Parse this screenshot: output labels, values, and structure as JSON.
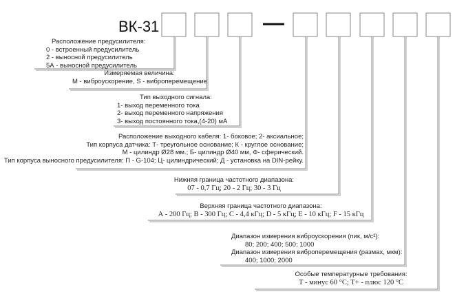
{
  "title": "ВК-31",
  "code_positions": 8,
  "callouts": [
    {
      "heading": "Расположение предусилителя:",
      "lines": [
        "0 - встроенный предусилитель",
        "2 - выносной предусилитель",
        "5А - выносной предусилитель"
      ]
    },
    {
      "heading": "Измеряемая величина:",
      "lines": [
        "М - виброускорение, S - виброперемещение"
      ]
    },
    {
      "heading": "Тип выходного сигнала:",
      "lines": [
        "1- выход переменного тока",
        "2- выход переменного напряжения",
        "3- выход постоянного тока,(4-20) мА"
      ]
    },
    {
      "heading": "",
      "lines": [
        "Расположение выходного кабеля: 1- боковое; 2- аксиальное;",
        "Тип корпуса датчика: Т- треугольное основание; К - круглое основание;",
        "М - цилиндр  Ø28 мм.; Б- цилиндр Ø40 мм, Ф- сферический.",
        "Тип корпуса выносного предусилителя: П - G-104;  Ц- цилиндрический; Д - установка на DIN-рейку."
      ]
    },
    {
      "heading": "Нижняя граница частотного диапазона:",
      "lines": [
        "07 - 0,7 Гц; 20 - 2 Гц; 30 - 3 Гц"
      ]
    },
    {
      "heading": "Верхняя граница частотного диапазона:",
      "lines": [
        "А - 200 Гц; В - 300 Гц; С - 4,4 кГц; D - 5 кГц; Е - 10 кГц; F - 15 кГц"
      ]
    },
    {
      "heading": "Диапазон измерения виброускорения (пик, м/с²):",
      "lines": [
        "80; 200; 400; 500; 1000",
        "Диапазон измерения виброперемещения (размах, мкм):",
        "400; 1000; 2000"
      ]
    },
    {
      "heading": "Особые температурные требования:",
      "lines": [
        "Т - минус 60 °С; Т+ - плюс 120 °С"
      ]
    }
  ]
}
